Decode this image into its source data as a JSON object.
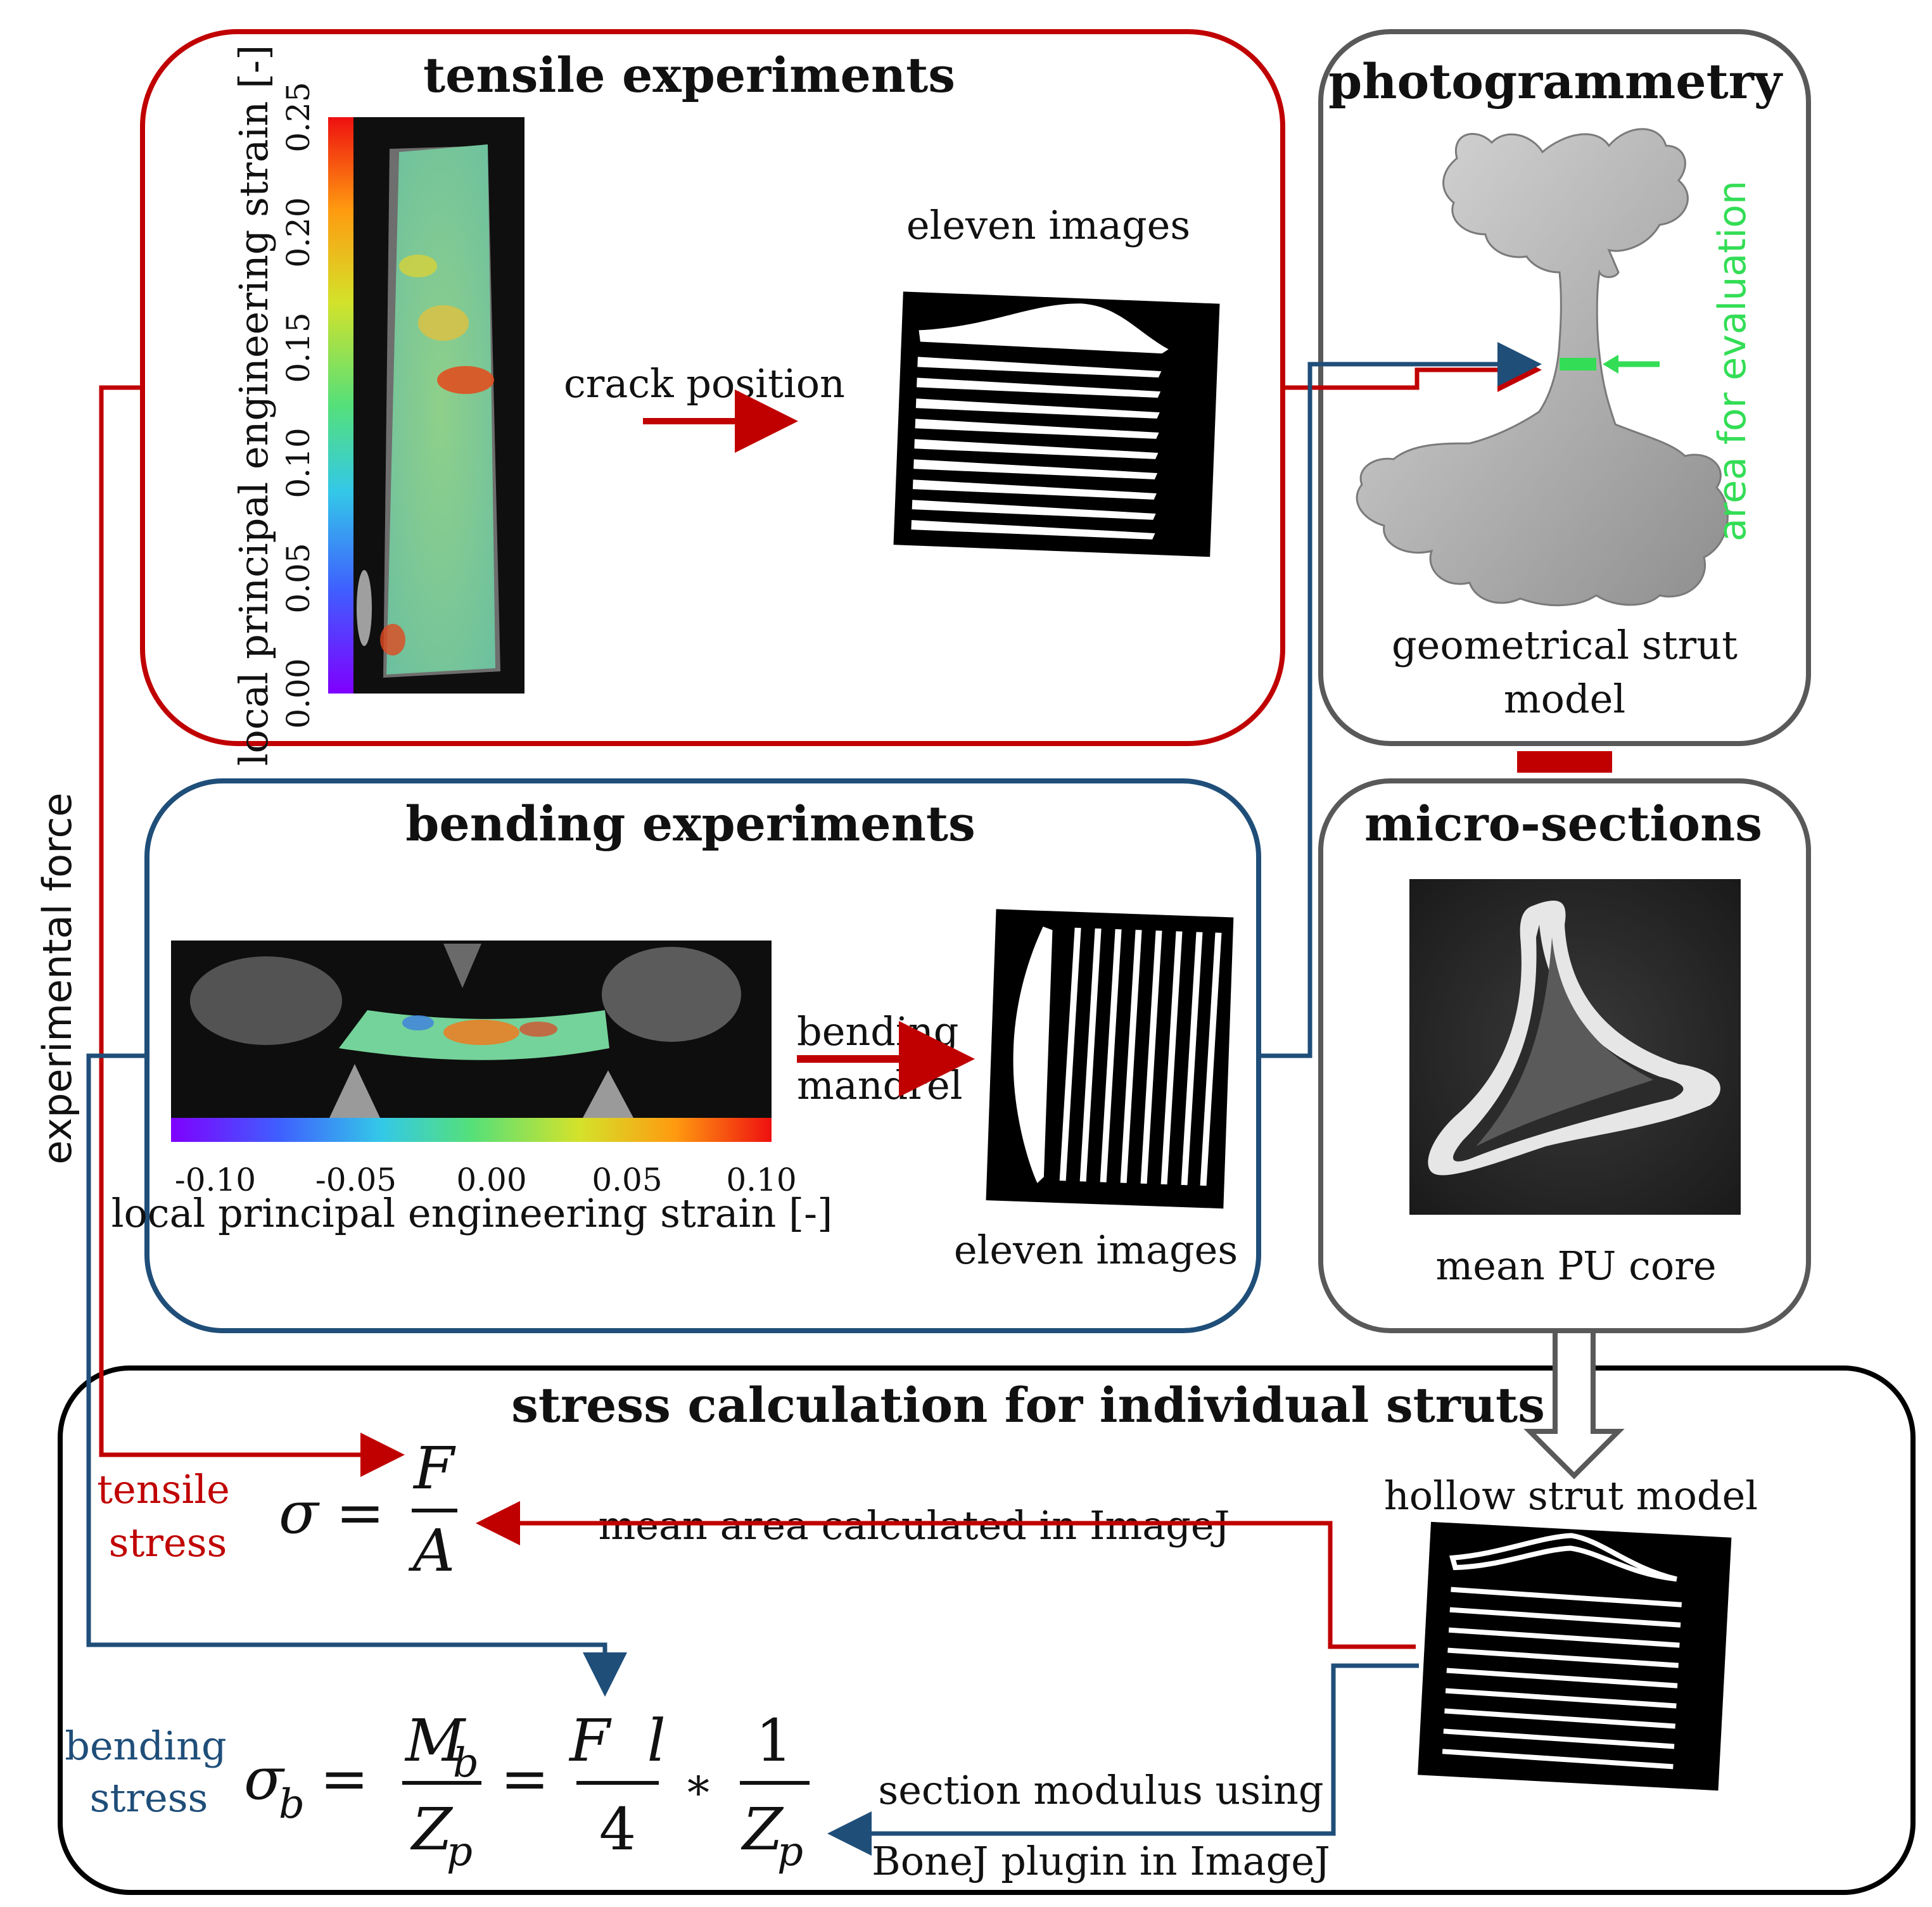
{
  "colors": {
    "tensile": "#c00000",
    "bending": "#1f4e79",
    "gray_box": "#595959",
    "black_box": "#000000",
    "green": "#33dd55"
  },
  "tensile": {
    "title": "tensile experiments",
    "colorbar_label": "local principal engineering strain [-]",
    "colorbar_ticks": [
      "0.00",
      "0.05",
      "0.10",
      "0.15",
      "0.20",
      "0.25"
    ],
    "arrow_label": "crack position",
    "stack_label": "eleven images",
    "side_label": "tensile stress",
    "side_line1": "tensile",
    "side_line2": "stress"
  },
  "photogrammetry": {
    "title": "photogrammetry",
    "area_label": "area for evaluation",
    "model_line1": "geometrical strut",
    "model_line2": "model"
  },
  "bending": {
    "title": "bending experiments",
    "colorbar_label": "local principal engineering strain [-]",
    "colorbar_ticks": [
      "-0.10",
      "-0.05",
      "0.00",
      "0.05",
      "0.10"
    ],
    "arrow_line1": "bending",
    "arrow_line2": "mandrel",
    "stack_label": "eleven images",
    "side_line1": "bending",
    "side_line2": "stress"
  },
  "micro_sections": {
    "title": "micro-sections",
    "caption": "mean PU core"
  },
  "left_label": "experimental force",
  "stress": {
    "title": "stress calculation for individual struts",
    "model_label": "hollow strut model",
    "area_note": "mean area calculated in ImageJ",
    "modulus_line1": "section modulus using",
    "modulus_line2": "BoneJ plugin in ImageJ"
  },
  "equations": {
    "sigma": "σ",
    "equals": "=",
    "F": "F",
    "A": "A",
    "sigma_b": "σ",
    "sub_b": "b",
    "M": "M",
    "Z": "Z",
    "sub_p": "p",
    "Fl": "F  l",
    "four": "4",
    "times": "*",
    "one": "1"
  }
}
